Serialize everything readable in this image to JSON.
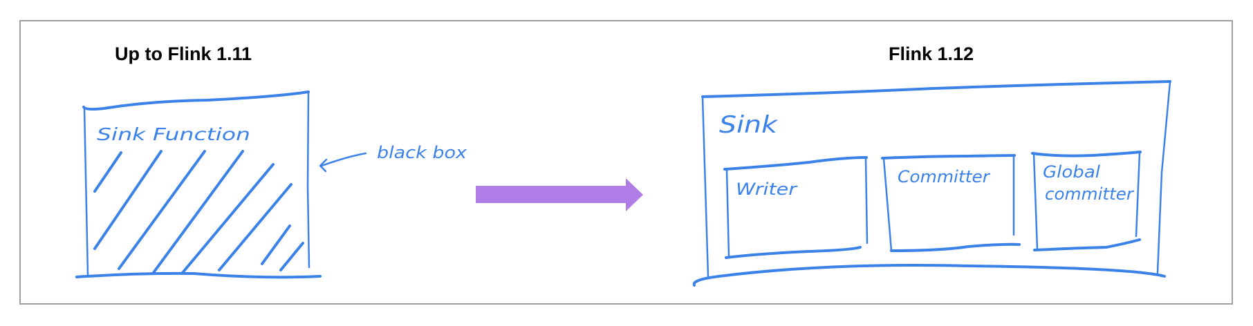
{
  "left_panel": {
    "title": "Up to Flink 1.11",
    "box_label": "Sink Function",
    "annotation": "black box"
  },
  "right_panel": {
    "title": "Flink 1.12",
    "box_label": "Sink",
    "components": [
      {
        "label": "Writer"
      },
      {
        "label": "Committer"
      },
      {
        "label_line1": "Global",
        "label_line2": "committer"
      }
    ]
  },
  "colors": {
    "ink": "#3b82e8",
    "arrow": "#b07de6",
    "frame": "#9e9e9e"
  }
}
